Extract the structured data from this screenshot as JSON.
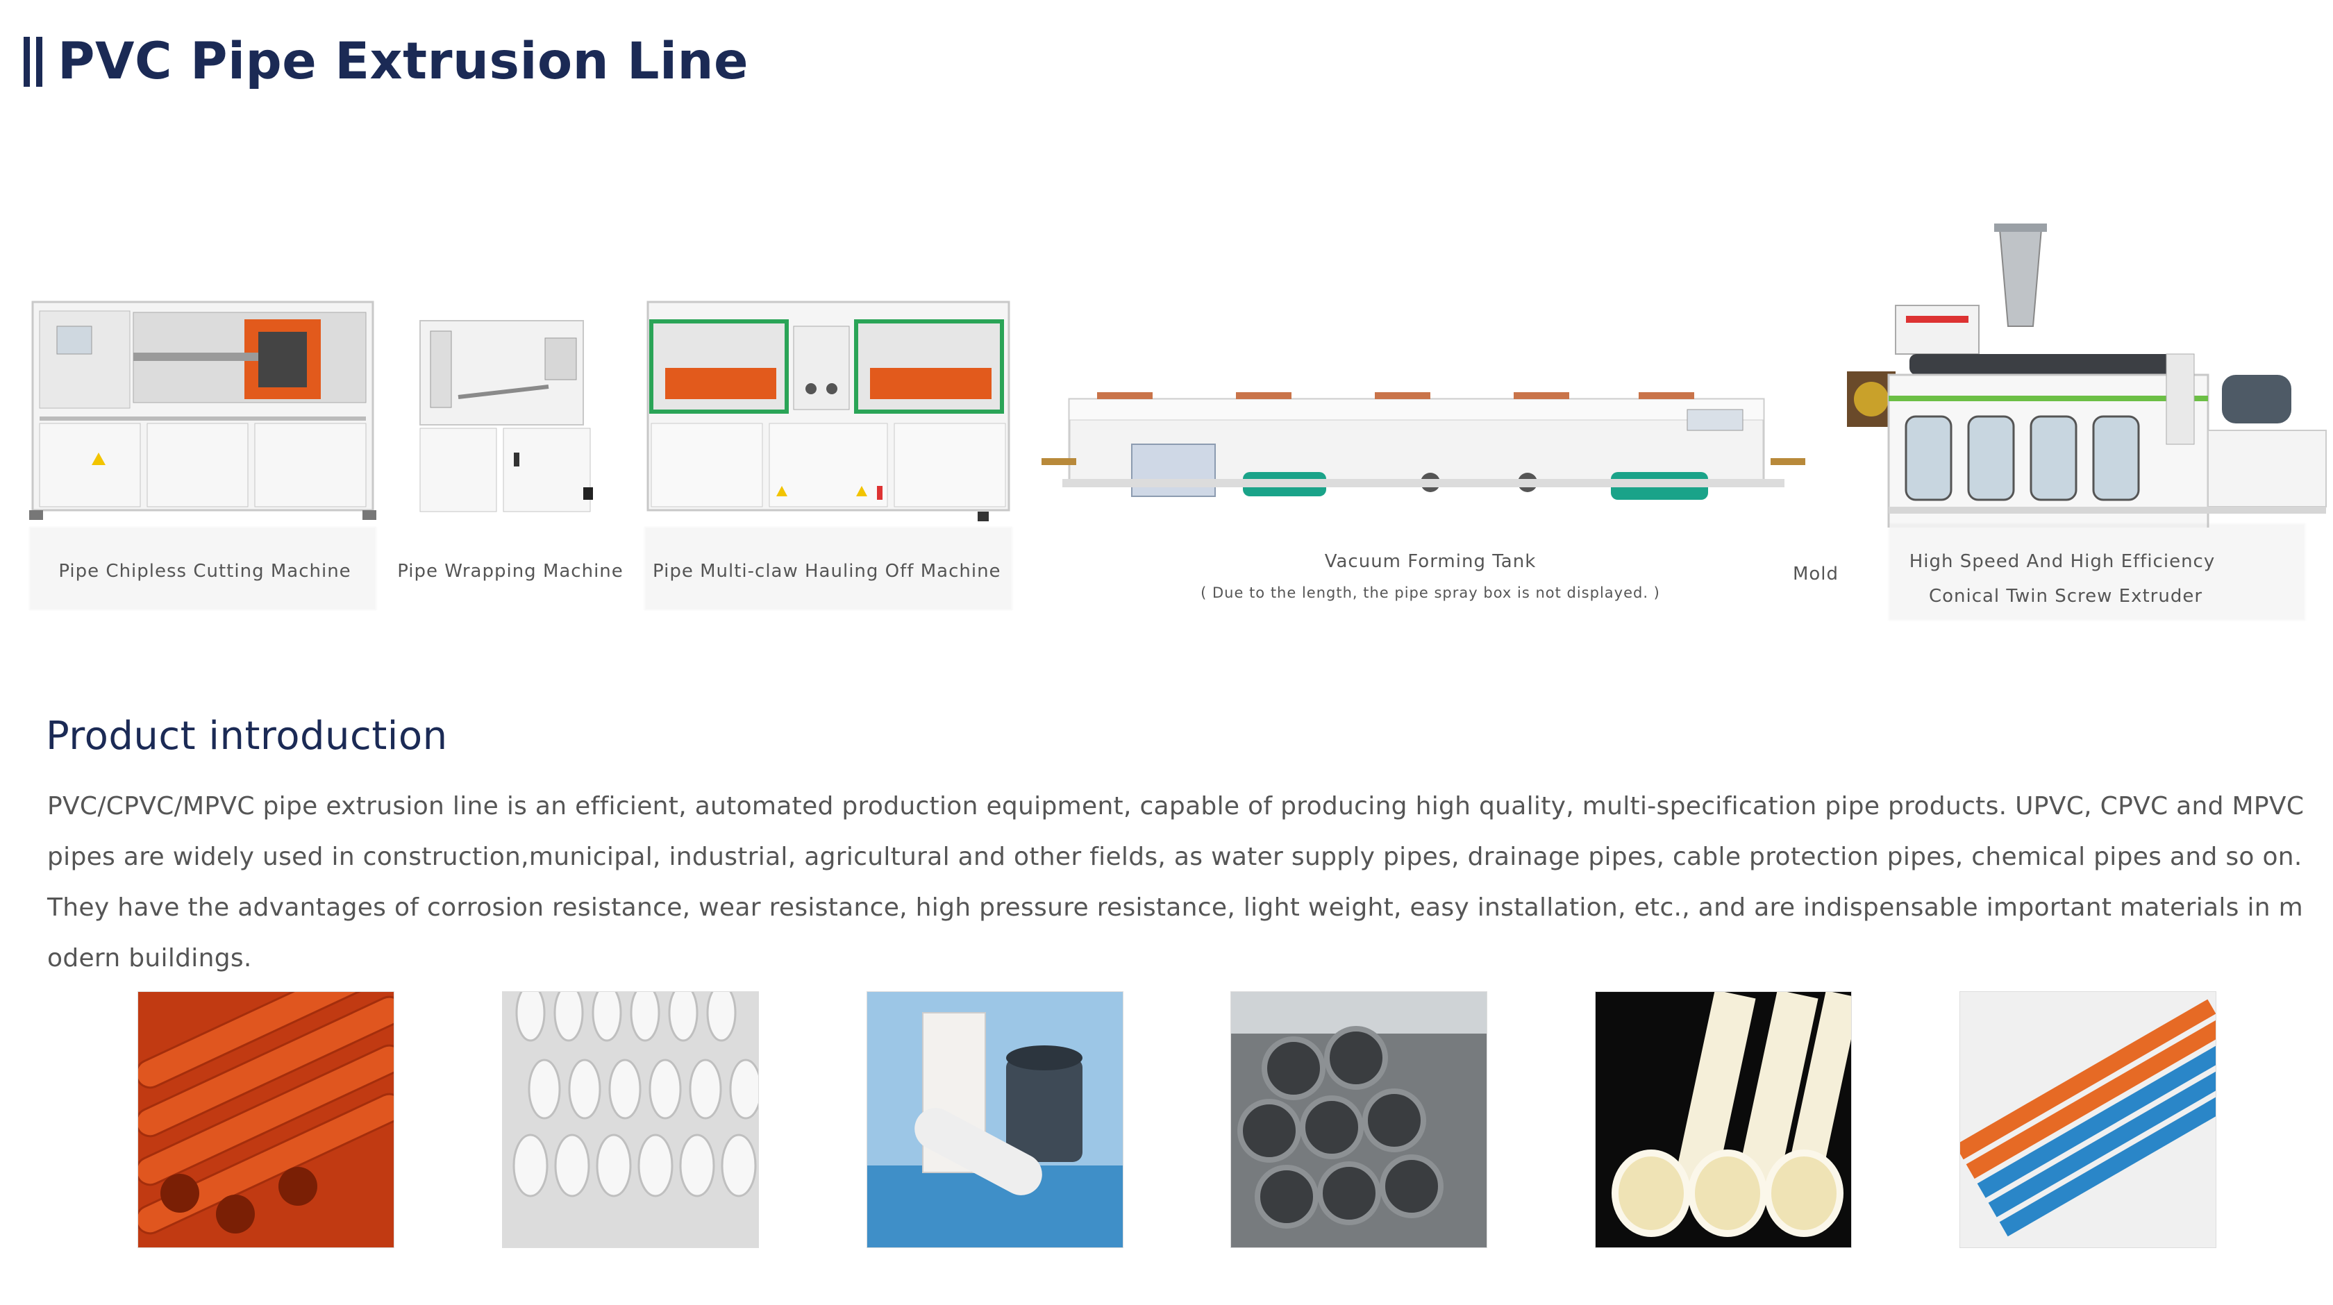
{
  "page": {
    "title": "PVC Pipe Extrusion Line"
  },
  "machines": [
    {
      "label": "Pipe Chipless Cutting Machine"
    },
    {
      "label": "Pipe Wrapping Machine"
    },
    {
      "label": "Pipe Multi-claw Hauling Off Machine"
    },
    {
      "label": "Vacuum Forming Tank",
      "note": "( Due to the length, the pipe spray box is not displayed. )"
    },
    {
      "label": "Mold"
    },
    {
      "label_line1": "High Speed And High Efficiency",
      "label_line2": "Conical Twin Screw Extruder"
    }
  ],
  "intro": {
    "heading": "Product introduction",
    "body": "PVC/CPVC/MPVC pipe extrusion line is an efficient, automated production equipment, capable of producing high quality, multi-specification pipe products. UPVC, CPVC and MPVC pipes are widely used in construction,municipal, industrial, agricultural and other fields, as water supply pipes, drainage pipes, cable protection pipes, chemical pipes and so on. They have the advantages of corrosion resistance, wear resistance, high pressure resistance, light weight, easy installation, etc., and are indispensable important materials in modern buildings."
  },
  "products": [
    {
      "icon": "orange-pvc-pipes-photo",
      "color": "#d9471b"
    },
    {
      "icon": "white-pvc-pipes-photo",
      "color": "#e8e8e8"
    },
    {
      "icon": "white-drain-pipes-water-photo",
      "color": "#7fb3d8"
    },
    {
      "icon": "grey-socket-pipes-photo",
      "color": "#7a7d80"
    },
    {
      "icon": "cream-pipes-black-background-photo",
      "color": "#f1ead2"
    },
    {
      "icon": "orange-blue-conduit-pipes-photo",
      "color": "#2a86c8"
    }
  ]
}
